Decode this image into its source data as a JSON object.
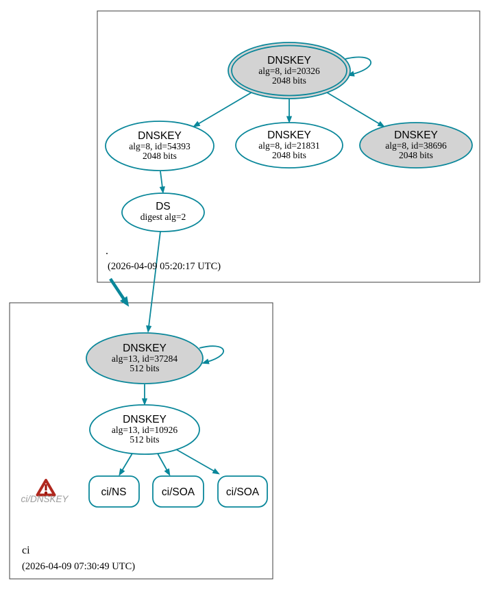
{
  "colors": {
    "edge_secure": "#0a879a",
    "node_fill": "#ffffff",
    "ksk_fill": "#d3d3d3",
    "zone_border": "#3c3c3c",
    "warning_red": "#b0281e",
    "warning_text_gray": "#9b9b9b",
    "text": "#000000",
    "background": "#ffffff"
  },
  "root_zone": {
    "label": ".",
    "timestamp": "(2026-04-09 05:20:17 UTC)",
    "ksk": {
      "title": "DNSKEY",
      "detail": "alg=8, id=20326",
      "bits": "2048 bits"
    },
    "zsk1": {
      "title": "DNSKEY",
      "detail": "alg=8, id=54393",
      "bits": "2048 bits"
    },
    "zsk2": {
      "title": "DNSKEY",
      "detail": "alg=8, id=21831",
      "bits": "2048 bits"
    },
    "ksk2": {
      "title": "DNSKEY",
      "detail": "alg=8, id=38696",
      "bits": "2048 bits"
    },
    "ds": {
      "title": "DS",
      "detail": "digest alg=2"
    }
  },
  "ci_zone": {
    "label": "ci",
    "timestamp": "(2026-04-09 07:30:49 UTC)",
    "ksk": {
      "title": "DNSKEY",
      "detail": "alg=13, id=37284",
      "bits": "512 bits"
    },
    "zsk": {
      "title": "DNSKEY",
      "detail": "alg=13, id=10926",
      "bits": "512 bits"
    },
    "rrset_ns": "ci/NS",
    "rrset_soa1": "ci/SOA",
    "rrset_soa2": "ci/SOA",
    "warning_label": "ci/DNSKEY"
  }
}
